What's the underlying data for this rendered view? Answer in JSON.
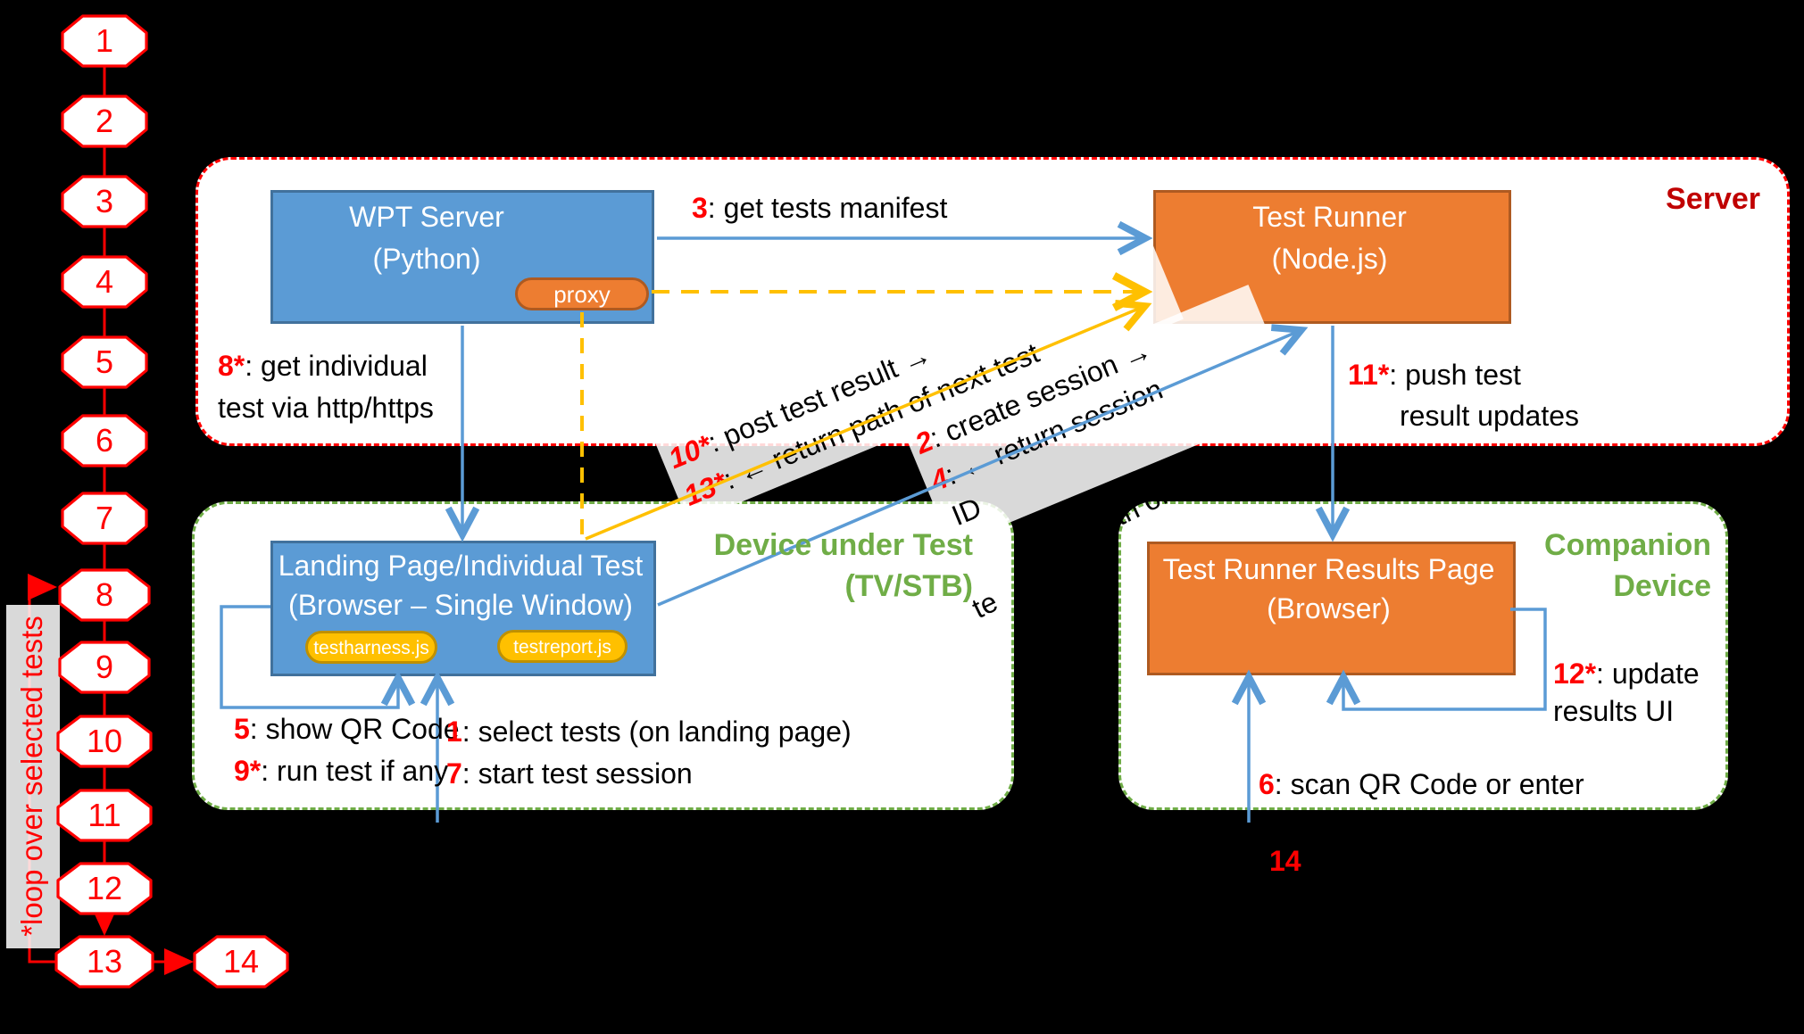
{
  "regions": {
    "server": {
      "label": "Server"
    },
    "device": {
      "label_line1": "Device under Test",
      "label_line2": "(TV/STB)"
    },
    "companion": {
      "label_line1": "Companion",
      "label_line2": "Device"
    }
  },
  "boxes": {
    "wpt": {
      "title": "WPT Server",
      "subtitle": "(Python)"
    },
    "proxy": {
      "label": "proxy"
    },
    "runner": {
      "title": "Test Runner",
      "subtitle": "(Node.js)"
    },
    "landing": {
      "title": "Landing Page/Individual Test",
      "subtitle": "(Browser – Single Window)",
      "pills": [
        "testharness.js",
        "testreport.js"
      ]
    },
    "results": {
      "title": "Test Runner Results Page",
      "subtitle": "(Browser)"
    }
  },
  "annotations": [
    {
      "num": "8*",
      "text": ": get individual"
    },
    {
      "num": "",
      "text": "test via http/https"
    },
    {
      "num": "3",
      "text": ": get tests manifest"
    },
    {
      "num": "11*",
      "text": ": push test"
    },
    {
      "num": "",
      "text": "result updates"
    },
    {
      "num": "5",
      "text": ": show QR Code"
    },
    {
      "num": "9*",
      "text": ": run test if any"
    },
    {
      "num": "1",
      "text": ": select tests (on landing page)"
    },
    {
      "num": "7",
      "text": ": start test session"
    },
    {
      "num": "6",
      "text": ": scan QR Code or enter"
    },
    {
      "num": "12*",
      "text": ": update"
    },
    {
      "num": "",
      "text": "results UI"
    },
    {
      "num": "14",
      "text": ""
    }
  ],
  "rotated_labels": {
    "yellow_line": [
      {
        "num": "10*",
        "text": ": post test result →"
      },
      {
        "num": "13*",
        "text": ": ← return path of next test"
      }
    ],
    "blue_line": [
      {
        "num": "2",
        "text": ": create session →"
      },
      {
        "num": "4",
        "text": ": ← return session"
      },
      {
        "num": "",
        "text": "ID"
      }
    ],
    "fragments": [
      "te",
      "th of"
    ]
  },
  "sequence": {
    "steps": [
      "1",
      "2",
      "3",
      "4",
      "5",
      "6",
      "7",
      "8",
      "9",
      "10",
      "11",
      "12",
      "13",
      "14"
    ],
    "loop_label": "*loop over selected tests"
  },
  "colors": {
    "blue": "#5b9bd5",
    "orange": "#ed7d31",
    "gold": "#ffc000",
    "green": "#70ad47",
    "red": "#ff0000",
    "dark_red": "#c00000"
  }
}
